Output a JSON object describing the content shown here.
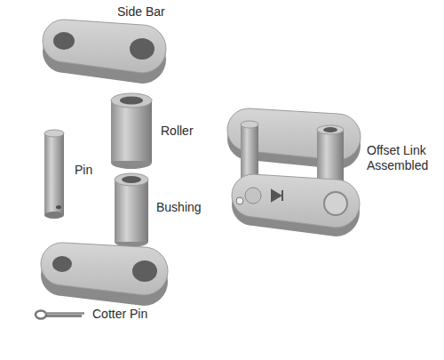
{
  "diagram": {
    "labels": [
      "Side Bar",
      "Roller",
      "Pin",
      "Bushing",
      "Offset Link Assembled",
      "Cotter Pin"
    ]
  }
}
